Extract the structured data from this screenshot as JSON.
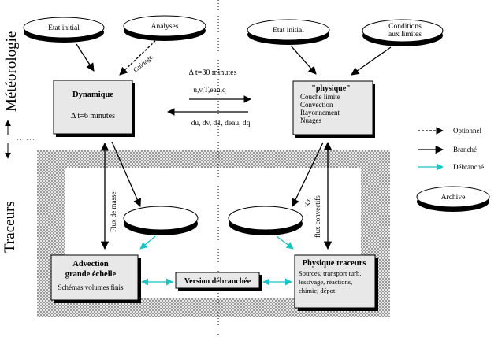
{
  "sections": {
    "top": "Météorologie",
    "bottom": "Traceurs"
  },
  "top_left": {
    "etat_initial": "Etat initial",
    "analyses": "Analyses",
    "guidage": "Guidage"
  },
  "top_right": {
    "etat_initial": "Etat initial",
    "conditions_line1": "Conditions",
    "conditions_line2": "aux limites"
  },
  "dynamique": {
    "title": "Dynamique",
    "timestep": "Δ t=6 minutes"
  },
  "exchange": {
    "timestep": "Δ t=30 minutes",
    "vars_forward": "u,v,T,eau,q",
    "vars_back": "du, dv, dT, deau, dq"
  },
  "physique": {
    "title": "\"physique\"",
    "items": [
      "Couche limite",
      "Convection",
      "Rayonnement",
      "Nuages"
    ]
  },
  "legend": {
    "optional": "Optionnel",
    "connected": "Branché",
    "disconnected": "Débranché",
    "archive": "Archive"
  },
  "flux": {
    "masse": "Flux de masse",
    "kz": "Kz",
    "convectifs": "flux convectifs"
  },
  "advection": {
    "line1": "Advection",
    "line2": "grande échelle",
    "line3": "Schémas volumes finis"
  },
  "version": {
    "label": "Version débranchée"
  },
  "physique_traceurs": {
    "title": "Physique traceurs",
    "items": [
      "Sources, transport turb.",
      "lessivage, réactions,",
      "chimie, dépot"
    ]
  },
  "colors": {
    "box_fill": "#e8e8e8",
    "disconnected": "#19c4c4",
    "hatch": "#9a9a9a"
  }
}
